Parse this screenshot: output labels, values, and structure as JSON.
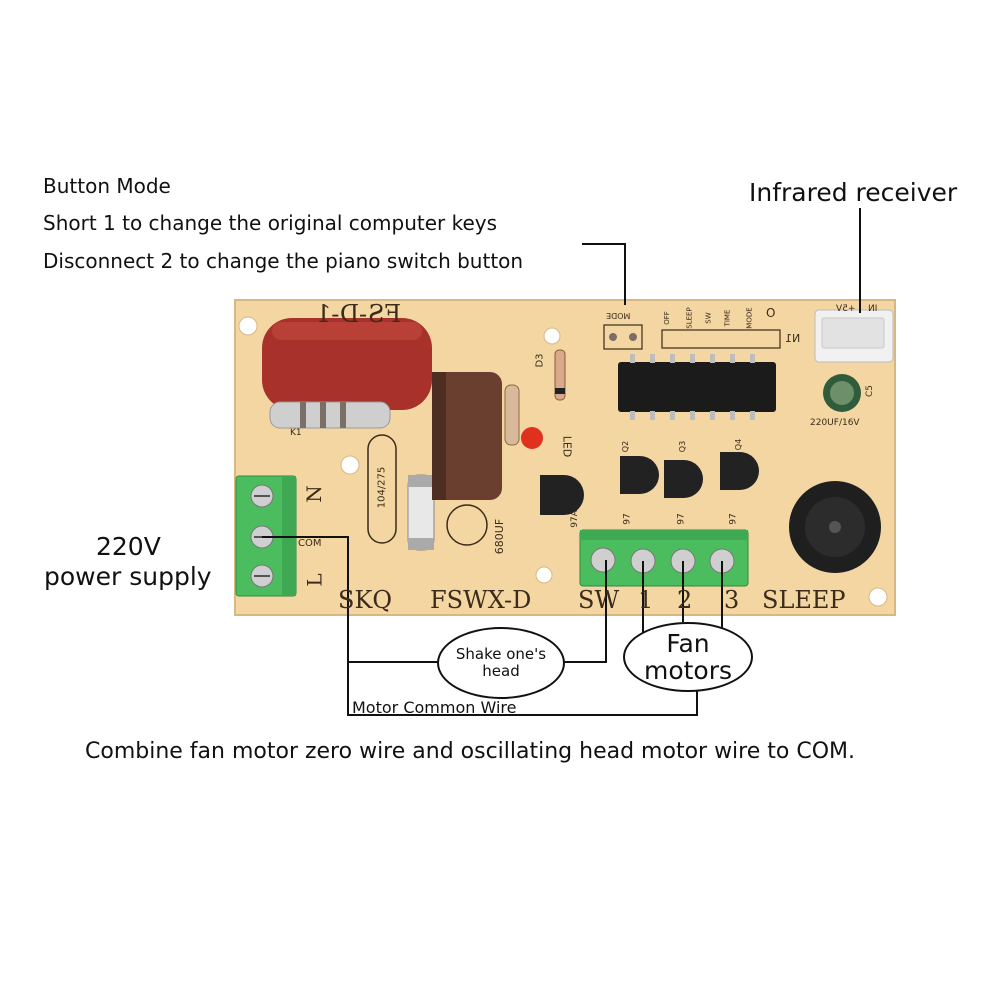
{
  "notes": {
    "button_mode_title": "Button Mode",
    "line1": "Short 1 to change the original computer keys",
    "line2": "Disconnect 2 to change the piano switch button"
  },
  "labels": {
    "infrared_receiver": "Infrared receiver",
    "power_supply_line1": "220V",
    "power_supply_line2": "power supply",
    "shake_head": "Shake one's head",
    "fan_motors": "Fan motors",
    "motor_common_wire": "Motor Common Wire",
    "caption": "Combine fan motor zero wire and oscillating head motor wire to COM."
  },
  "pcb": {
    "board_id": "FS-D-1",
    "bottom_left": "SKQ",
    "bottom_model": "FSWX-D",
    "sw": "SW",
    "speed1": "1",
    "speed2": "2",
    "speed3": "3",
    "sleep": "SLEEP",
    "n": "N",
    "com": "COM",
    "l": "L",
    "mode": "MODE",
    "n1": "N1",
    "key_off": "OFF",
    "key_sleep": "SLEEP",
    "key_sw": "SW",
    "key_time": "TIME",
    "key_mode": "MODE",
    "key_o": "O",
    "led": "LED",
    "d3": "D3",
    "k1": "K1",
    "cap_label": "104/275",
    "elcap": "680UF",
    "c5": "C5",
    "c5_value": "220UF/16V",
    "q2": "Q2",
    "q3": "Q3",
    "q4": "Q4",
    "t97a_1": "97A",
    "t97a_2": "97",
    "t97a_3": "97",
    "t97a_4": "97",
    "in_label": "IN",
    "v_label": "+5V"
  },
  "colors": {
    "board": "#f4d6a3",
    "terminal": "#4cbd5f",
    "chip": "#1b1b1b",
    "capacitor_red": "#a8322b",
    "elcap_brown": "#6a3f30",
    "led_red": "#e0301e"
  }
}
